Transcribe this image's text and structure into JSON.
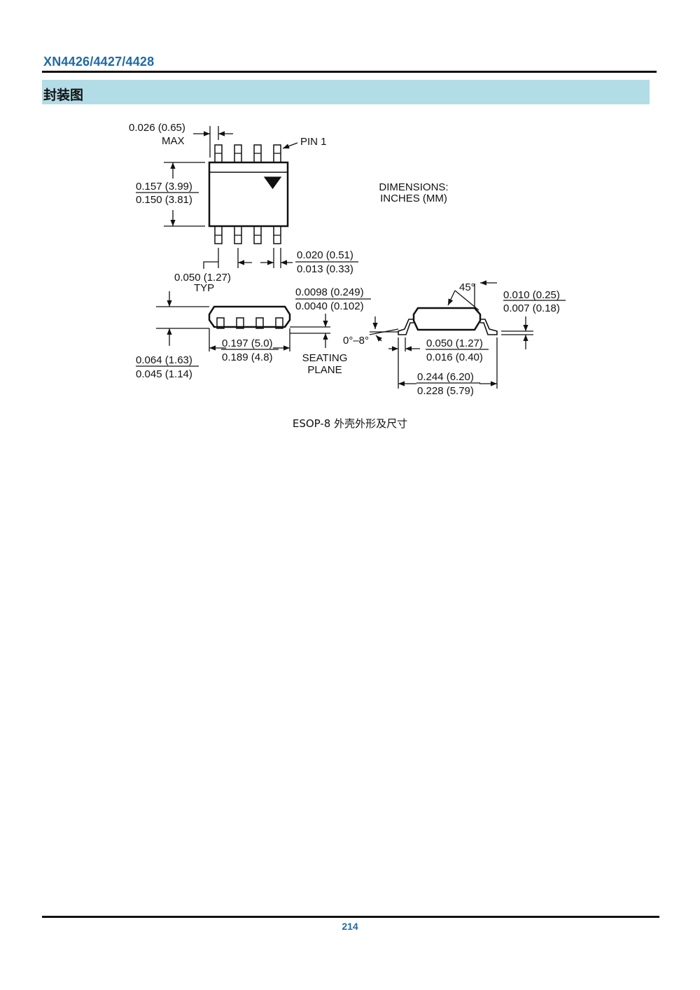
{
  "header": {
    "title": "XN4426/4427/4428"
  },
  "section": {
    "title": "封装图"
  },
  "drawing": {
    "labels": {
      "lead_width_max_a": "0.026 (0.65)",
      "lead_width_max_b": "MAX",
      "pin1": "PIN 1",
      "body_width_max": "0.157 (3.99)",
      "body_width_min": "0.150 (3.81)",
      "dims_a": "DIMENSIONS:",
      "dims_b": "INCHES (MM)",
      "lead_w_max": "0.020 (0.51)",
      "lead_w_min": "0.013 (0.33)",
      "pitch_a": "0.050 (1.27)",
      "pitch_b": "TYP",
      "standoff_max": "0.0098 (0.249)",
      "standoff_min": "0.0040 (0.102)",
      "angle_45": "45°",
      "lead_thk_max": "0.010 (0.25)",
      "lead_thk_min": "0.007 (0.18)",
      "length_max": "0.197 (5.0)",
      "length_min": "0.189 (4.8)",
      "seating_a": "SEATING",
      "seating_b": "PLANE",
      "foot_angle": "0°–8°",
      "foot_max": "0.050 (1.27)",
      "foot_min": "0.016 (0.40)",
      "height_max": "0.064 (1.63)",
      "height_min": "0.045 (1.14)",
      "overall_max": "0.244 (6.20)",
      "overall_min": "0.228 (5.79)"
    }
  },
  "caption": "ESOP-8 外壳外形及尺寸",
  "footer": {
    "page_number": "214"
  }
}
